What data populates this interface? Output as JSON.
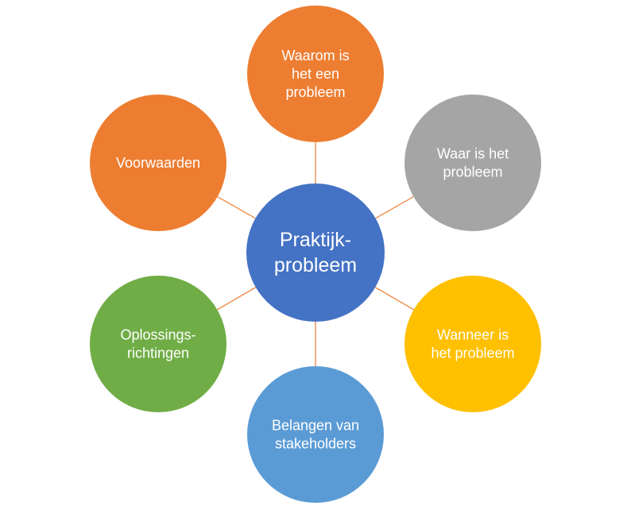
{
  "center": {
    "lines": [
      "Praktijk-",
      "probleem"
    ],
    "color": "#4472c4"
  },
  "nodes": [
    {
      "id": "waarom",
      "lines": [
        "Waarom is",
        "het een",
        "probleem"
      ],
      "color": "#ed7d31"
    },
    {
      "id": "waar",
      "lines": [
        "Waar is het",
        "probleem"
      ],
      "color": "#a5a5a5"
    },
    {
      "id": "wanneer",
      "lines": [
        "Wanneer is",
        "het probleem"
      ],
      "color": "#ffc000"
    },
    {
      "id": "belangen",
      "lines": [
        "Belangen van",
        "stakeholders"
      ],
      "color": "#5b9bd5"
    },
    {
      "id": "oplossingsrichtingen",
      "lines": [
        "Oplossings-",
        "richtingen"
      ],
      "color": "#70ad47"
    },
    {
      "id": "voorwaarden",
      "lines": [
        "Voorwaarden"
      ],
      "color": "#ed7d31"
    }
  ],
  "connector_color": "#ed7d31"
}
